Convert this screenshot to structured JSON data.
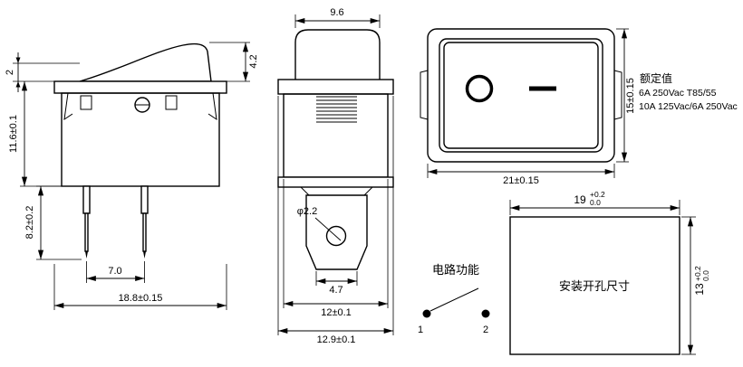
{
  "side_view": {
    "dim_top": "2",
    "dim_body_height": "11.6±0.1",
    "dim_pin_length": "8.2±0.2",
    "dim_pin_spacing": "7.0",
    "dim_overall_width": "18.8±0.15",
    "dim_rocker_height": "4.2"
  },
  "front_view": {
    "dim_top_width": "9.6",
    "dim_hole_dia": "φ2.2",
    "dim_terminal_width": "4.7",
    "dim_body_width": "12±0.1",
    "dim_overall_width": "12.9±0.1"
  },
  "top_view": {
    "dim_height": "15±0.15",
    "dim_width": "21±0.15",
    "rating_title": "额定值",
    "rating_line1": "6A 250Vac T85/55",
    "rating_line2": "10A 125Vac/6A 250Vac"
  },
  "mounting_view": {
    "dim_width": "19",
    "dim_width_tol_upper": "+0.2",
    "dim_width_tol_lower": "0.0",
    "dim_height": "13",
    "dim_height_tol_upper": "+0.2",
    "dim_height_tol_lower": "0.0",
    "label": "安装开孔尺寸"
  },
  "circuit": {
    "title": "电路功能",
    "terminal_1": "1",
    "terminal_2": "2"
  }
}
